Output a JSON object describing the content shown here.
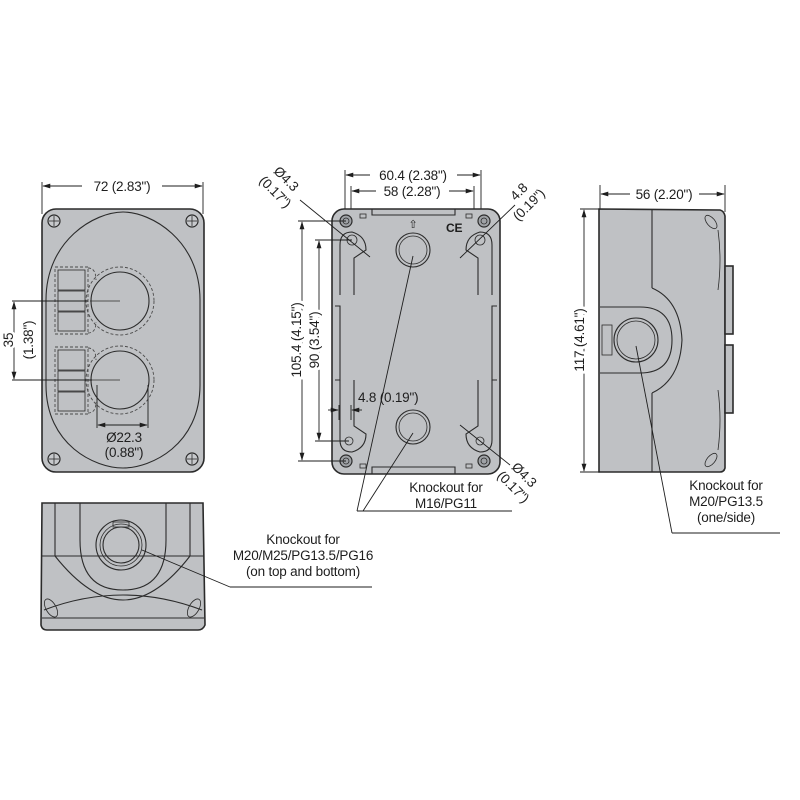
{
  "drawing": {
    "title": "Pushbutton enclosure dimensional drawing",
    "colors": {
      "body_fill": "#bfc1c4",
      "line": "#2b2b2b",
      "background": "#ffffff"
    },
    "views": {
      "front": {
        "width_dim": "72 (2.83\")",
        "pitch_dim_mm": "35",
        "pitch_dim_in": "(1.38\")",
        "hole_dim_mm": "Ø22.3",
        "hole_dim_in": "(0.88\")",
        "holes": 2
      },
      "back": {
        "outer_width_dim": "60.4 (2.38\")",
        "inner_width_dim": "58 (2.28\")",
        "outer_height_dim": "105.4 (4.15\")",
        "inner_height_dim": "90 (3.54\")",
        "offset_dim": "4.8 (0.19\")",
        "hole_top_left_mm": "Ø4.3",
        "hole_top_left_in": "(0.17\")",
        "hole_top_right_mm": "4.8",
        "hole_top_right_in": "(0.19\")",
        "hole_bottom_right_mm": "Ø4.3",
        "hole_bottom_right_in": "(0.17\")",
        "ce_mark": "CE",
        "up_arrow": "⇧",
        "knockout_line1": "Knockout for",
        "knockout_line2": "M16/PG11"
      },
      "side": {
        "width_dim": "56 (2.20\")",
        "height_dim": "117 (4.61\")",
        "knockout_line1": "Knockout for",
        "knockout_line2": "M20/PG13.5",
        "knockout_line3": "(one/side)"
      },
      "top": {
        "knockout_line1": "Knockout for",
        "knockout_line2": "M20/M25/PG13.5/PG16",
        "knockout_line3": "(on top and bottom)"
      }
    }
  }
}
